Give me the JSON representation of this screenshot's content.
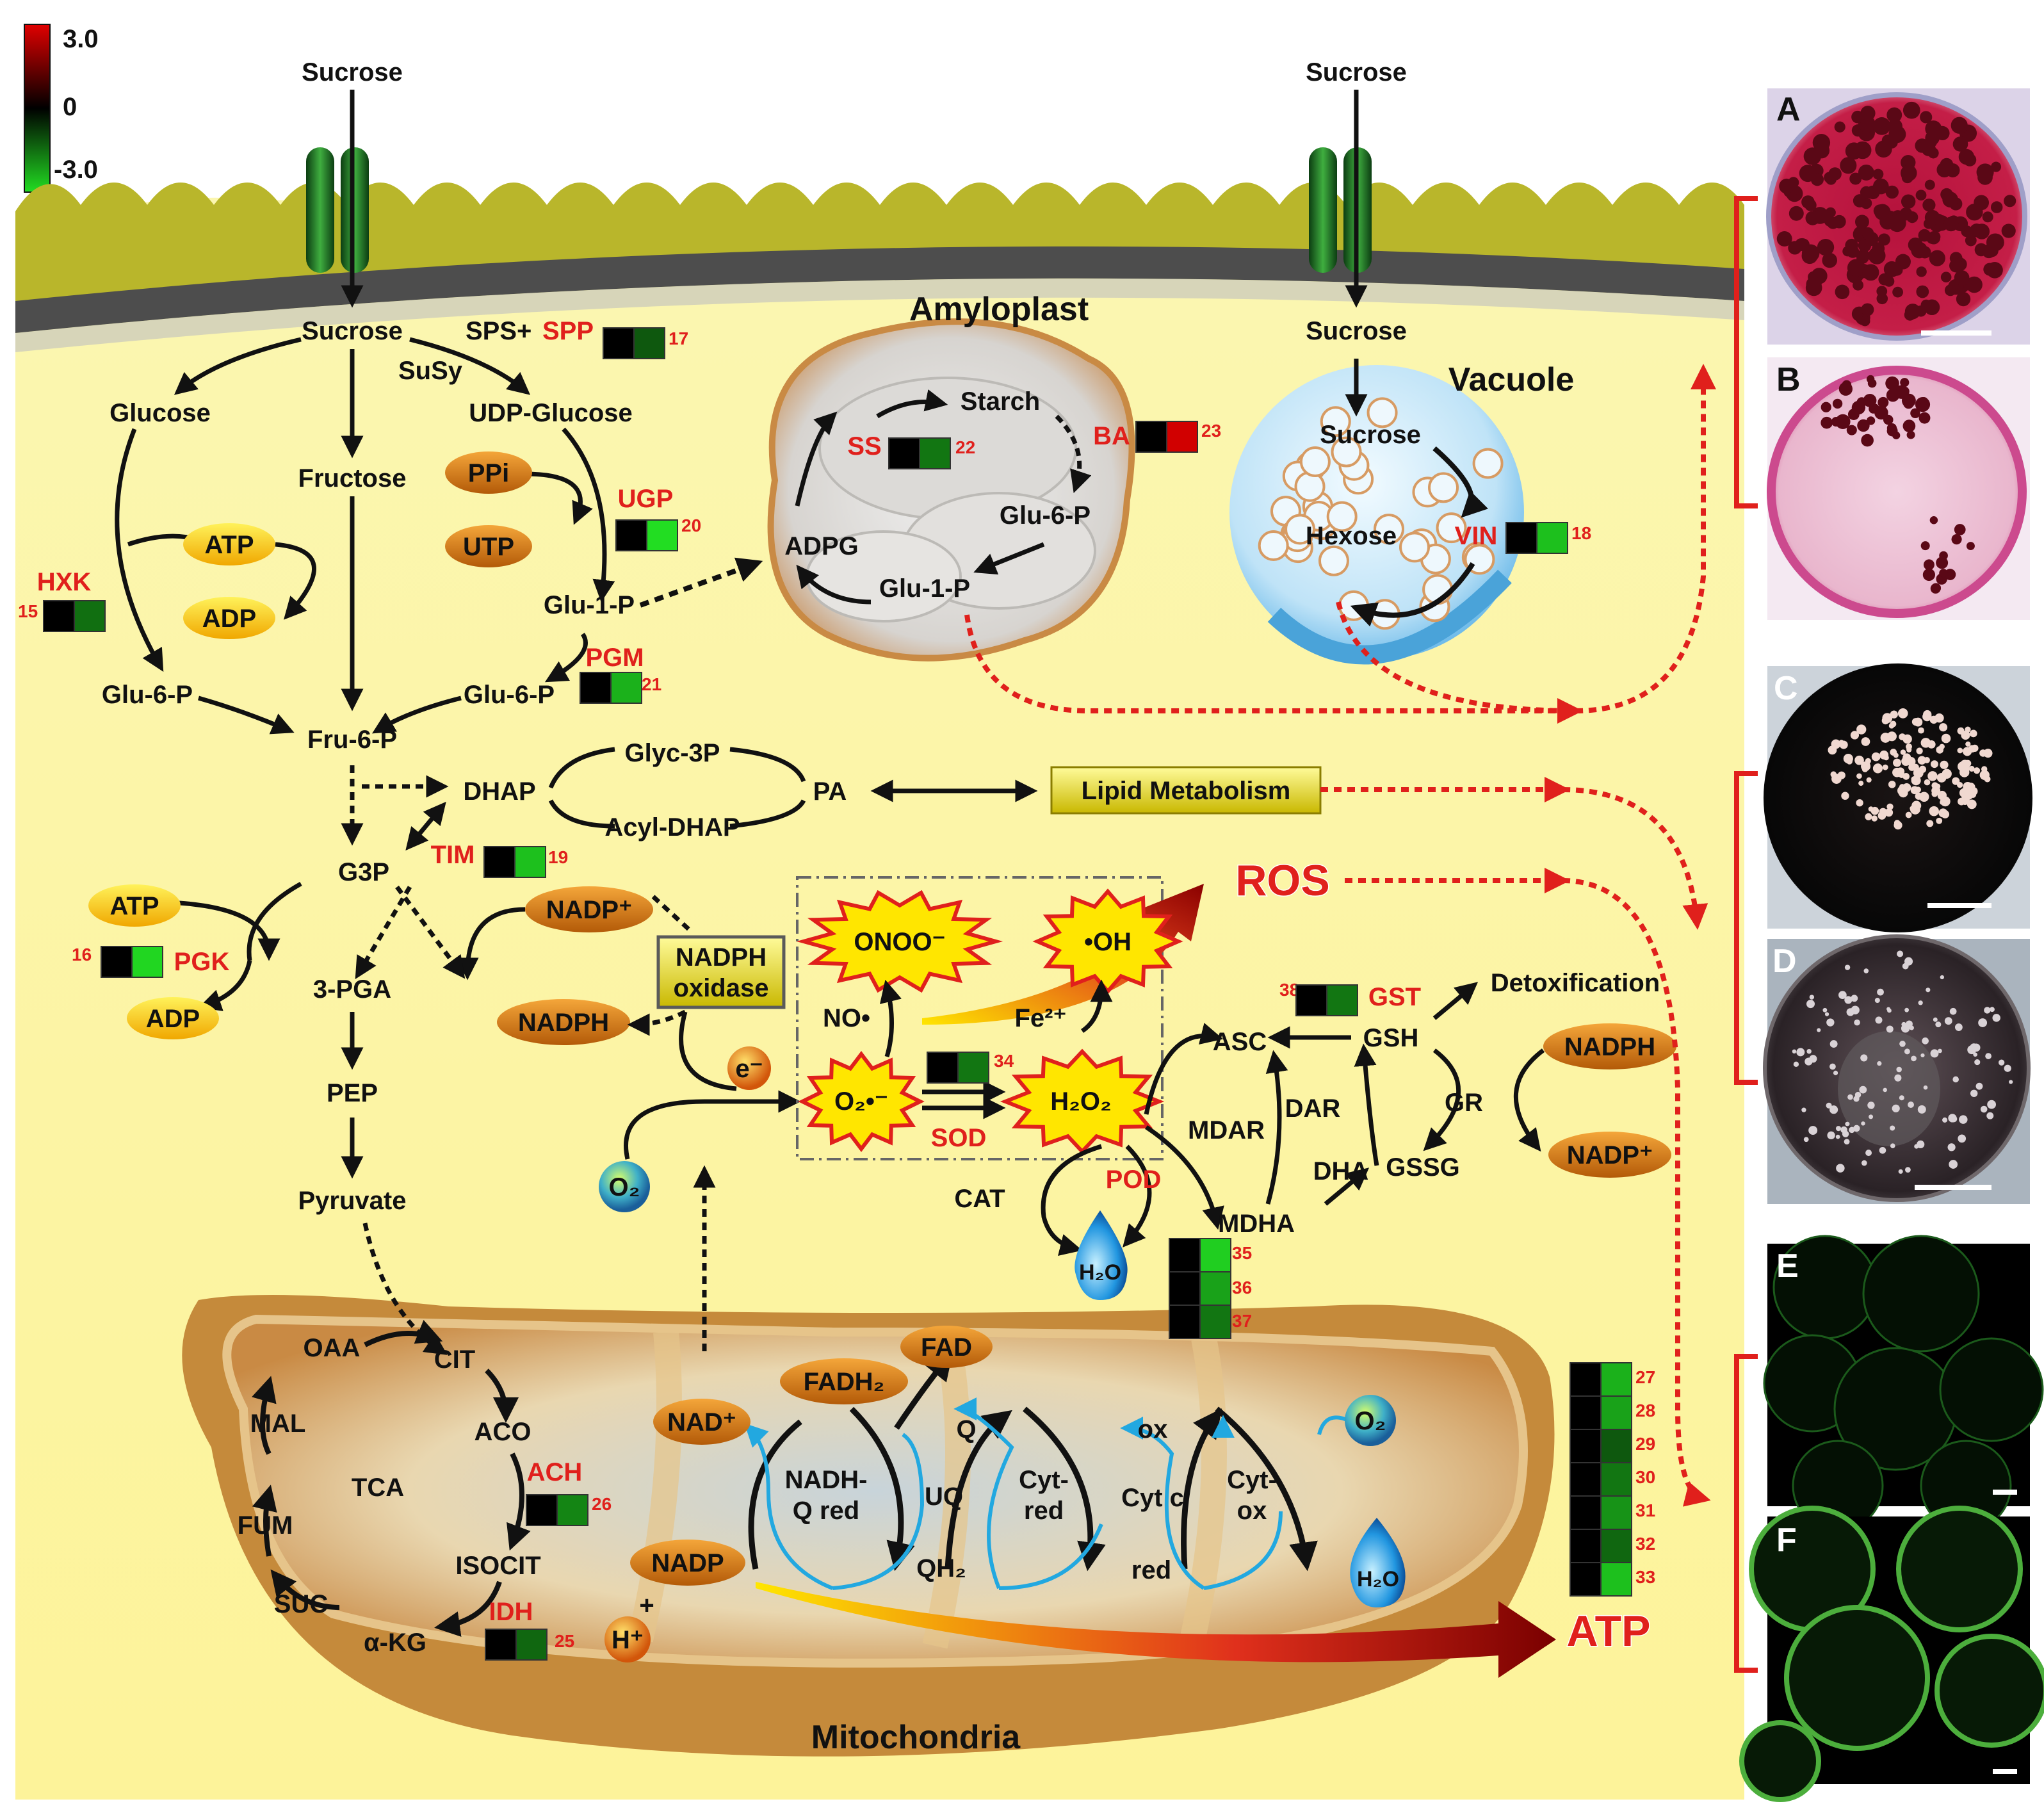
{
  "legend": {
    "max": "3.0",
    "mid": "0",
    "min": "-3.0",
    "colors": {
      "high": "#e00000",
      "mid": "#000000",
      "low": "#22dd22"
    }
  },
  "titles": {
    "amyloplast": "Amyloplast",
    "vacuole": "Vacuole",
    "mitochondria": "Mitochondria",
    "ros": "ROS",
    "atp_big": "ATP",
    "lipid": "Lipid Metabolism",
    "nadph_oxidase_1": "NADPH",
    "nadph_oxidase_2": "oxidase",
    "tca": "TCA",
    "detox": "Detoxification"
  },
  "sucrose_pathway": {
    "sucrose_top_left": "Sucrose",
    "sucrose_top_right": "Sucrose",
    "sucrose_cyto": "Sucrose",
    "sucrose_vac_entry": "Sucrose",
    "sps_spp_prefix": "SPS+",
    "spp": "SPP",
    "susy": "SuSy",
    "glucose": "Glucose",
    "fructose": "Fructose",
    "udp_glucose": "UDP-Glucose",
    "ppi": "PPi",
    "utp": "UTP",
    "ugp": "UGP",
    "atp": "ATP",
    "adp": "ADP",
    "hxk": "HXK",
    "glu1p": "Glu-1-P",
    "pgm": "PGM",
    "glu6p_left": "Glu-6-P",
    "glu6p_right": "Glu-6-P",
    "fru6p": "Fru-6-P"
  },
  "amyloplast": {
    "starch": "Starch",
    "ss": "SS",
    "ba": "BA",
    "glu6p": "Glu-6-P",
    "adpg": "ADPG",
    "glu1p": "Glu-1-P"
  },
  "vacuole": {
    "sucrose": "Sucrose",
    "hexose": "Hexose",
    "vin": "VIN"
  },
  "glycolysis": {
    "dhap": "DHAP",
    "glyc3p": "Glyc-3P",
    "acyl_dhap": "Acyl-DHAP",
    "pa": "PA",
    "tim": "TIM",
    "g3p": "G3P",
    "atp": "ATP",
    "adp": "ADP",
    "pgk": "PGK",
    "pga": "3-PGA",
    "nadp_plus": "NADP⁺",
    "nadph": "NADPH",
    "pep": "PEP",
    "pyruvate": "Pyruvate"
  },
  "ros_box": {
    "onoo": "ONOO⁻",
    "oh": "•OH",
    "no": "NO•",
    "fe": "Fe²⁺",
    "o2_radical": "O₂•⁻",
    "h2o2": "H₂O₂",
    "sod": "SOD",
    "e": "e⁻",
    "o2": "O₂"
  },
  "antioxidant": {
    "gst": "GST",
    "gsh": "GSH",
    "asc": "ASC",
    "nadph": "NADPH",
    "dar": "DAR",
    "gr": "GR",
    "mdar": "MDAR",
    "dha": "DHA",
    "gssg": "GSSG",
    "nadp_plus": "NADP⁺",
    "cat": "CAT",
    "pod": "POD",
    "mdha": "MDHA",
    "h2o": "H₂O"
  },
  "mito": {
    "oaa": "OAA",
    "cit": "CIT",
    "mal": "MAL",
    "aco": "ACO",
    "ach": "ACH",
    "fum": "FUM",
    "isocit": "ISOCIT",
    "suc": "SUC",
    "akg": "α-KG",
    "idh": "IDH",
    "fad": "FAD",
    "fadh2": "FADH₂",
    "nad_plus": "NAD⁺",
    "nadh_q_red_1": "NADH-",
    "nadh_q_red_2": "Q red",
    "q": "Q",
    "uq": "UQ",
    "qh2": "QH₂",
    "cyt_red_1": "Cyt-",
    "cyt_red_2": "red",
    "ox": "ox",
    "cyt_c": "Cyt c",
    "red": "red",
    "cyt_ox_1": "Cyt-",
    "cyt_ox_2": "ox",
    "o2": "O₂",
    "h2o": "H₂O",
    "nadp": "NADP",
    "plus": "+",
    "h_plus": "H⁺"
  },
  "heatmap_labels": {
    "n17": "17",
    "n15": "15",
    "n20": "20",
    "n21": "21",
    "n22": "22",
    "n23": "23",
    "n18": "18",
    "n19": "19",
    "n16": "16",
    "n34": "34",
    "n38": "38",
    "n35": "35",
    "n36": "36",
    "n37": "37",
    "n26": "26",
    "n25": "25",
    "n27": "27",
    "n28": "28",
    "n29": "29",
    "n30": "30",
    "n31": "31",
    "n32": "32",
    "n33": "33"
  },
  "heatmap_values": {
    "17": [
      0,
      -1.2
    ],
    "15": [
      0,
      -1.5
    ],
    "20": [
      0,
      -3.0
    ],
    "21": [
      0,
      -2.4
    ],
    "22": [
      0,
      -1.6
    ],
    "23": [
      0,
      2.8
    ],
    "18": [
      0,
      -2.6
    ],
    "19": [
      0,
      -2.6
    ],
    "16": [
      0,
      -2.9
    ],
    "34": [
      0,
      -1.6
    ],
    "38": [
      0,
      -1.6
    ],
    "35": [
      0,
      -2.8
    ],
    "36": [
      0,
      -2.2
    ],
    "37": [
      0,
      -1.6
    ],
    "26": [
      0,
      -1.8
    ],
    "25": [
      0,
      -1.4
    ],
    "27": [
      0,
      -2.4
    ],
    "28": [
      0,
      -2.2
    ],
    "29": [
      0,
      -1.2
    ],
    "30": [
      0,
      -1.6
    ],
    "31": [
      0,
      -2.0
    ],
    "32": [
      0,
      -1.4
    ],
    "33": [
      0,
      -2.6
    ]
  },
  "panels": {
    "a": "A",
    "b": "B",
    "c": "C",
    "d": "D",
    "e": "E",
    "f": "F"
  }
}
